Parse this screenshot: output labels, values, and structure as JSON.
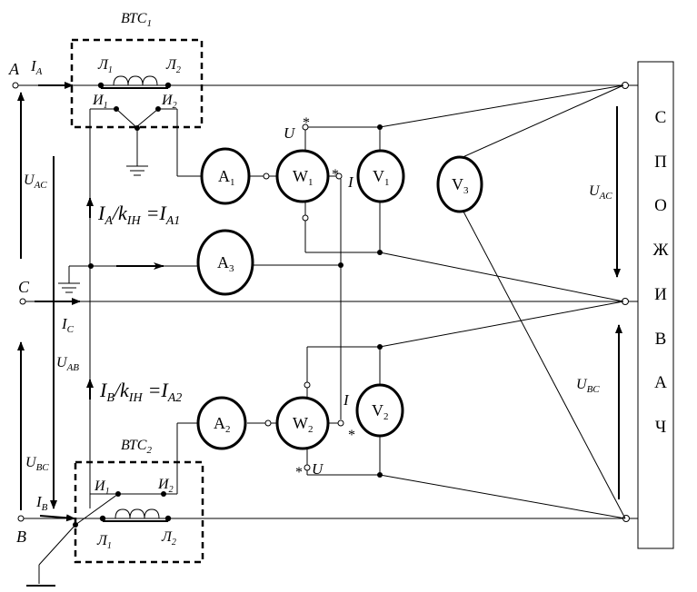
{
  "transformers": {
    "top": {
      "name": "ВТС",
      "sub": "1",
      "L1": "Л",
      "L1s": "1",
      "L2": "Л",
      "L2s": "2",
      "I1": "И",
      "I1s": "1",
      "I2": "И",
      "I2s": "2"
    },
    "bottom": {
      "name": "ВТС",
      "sub": "2",
      "L1": "Л",
      "L1s": "1",
      "L2": "Л",
      "L2s": "2",
      "I1": "И",
      "I1s": "1",
      "I2": "И",
      "I2s": "2"
    }
  },
  "phases": {
    "A": "A",
    "B": "B",
    "C": "C"
  },
  "currents": {
    "IA": "I",
    "IA_s": "A",
    "IB": "I",
    "IB_s": "B",
    "IC": "I",
    "IC_s": "C"
  },
  "voltages": {
    "UAC_left": "U",
    "UAC_left_s": "AC",
    "UAB": "U",
    "UAB_s": "AB",
    "UBC_left": "U",
    "UBC_left_s": "BC",
    "UAC_right": "U",
    "UAC_right_s": "AC",
    "UBC_right": "U",
    "UBC_right_s": "BC"
  },
  "formulas": {
    "top": "I_A / k_IH = I_A1",
    "top_parts": {
      "I": "I",
      "A": "A",
      "slash": "/",
      "k": "k",
      "IH": "IH",
      "eq": "=",
      "I2": "I",
      "A1": "A1"
    },
    "bottom_parts": {
      "I": "I",
      "B": "B",
      "slash": "/",
      "k": "k",
      "IH": "IH",
      "eq": "=",
      "I2": "I",
      "A2": "A2"
    }
  },
  "instruments": [
    {
      "id": "A1",
      "letter": "A",
      "sub": "1"
    },
    {
      "id": "W1",
      "letter": "W",
      "sub": "1"
    },
    {
      "id": "V1",
      "letter": "V",
      "sub": "1"
    },
    {
      "id": "V3",
      "letter": "V",
      "sub": "3"
    },
    {
      "id": "A3",
      "letter": "A",
      "sub": "3"
    },
    {
      "id": "A2",
      "letter": "A",
      "sub": "2"
    },
    {
      "id": "W2",
      "letter": "W",
      "sub": "2"
    },
    {
      "id": "V2",
      "letter": "V",
      "sub": "2"
    }
  ],
  "terminal_labels": {
    "U_top": "U",
    "I_top": "I",
    "U_bottom": "U",
    "I_bottom": "I",
    "star": "*"
  },
  "consumer_letters": [
    "С",
    "П",
    "О",
    "Ж",
    "И",
    "В",
    "А",
    "Ч"
  ]
}
